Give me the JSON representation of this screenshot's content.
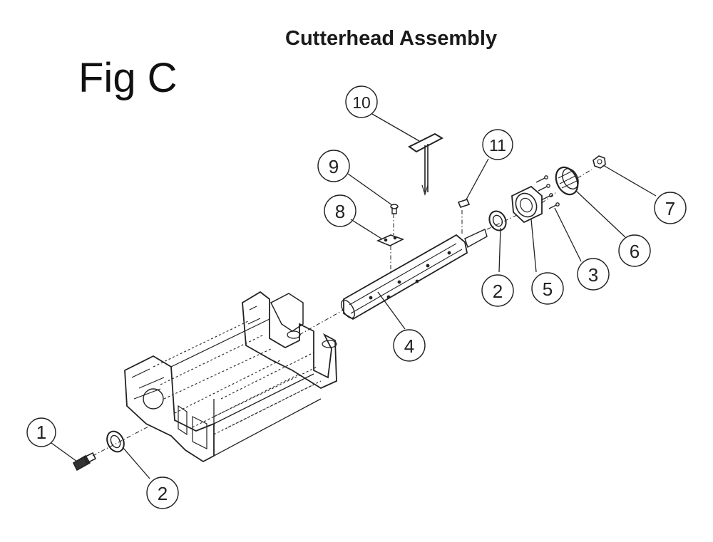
{
  "diagram": {
    "title": "Cutterhead Assembly",
    "figure_label": "Fig C"
  },
  "callouts": [
    {
      "label": "1"
    },
    {
      "label": "2"
    },
    {
      "label": "2"
    },
    {
      "label": "3"
    },
    {
      "label": "4"
    },
    {
      "label": "5"
    },
    {
      "label": "6"
    },
    {
      "label": "7"
    },
    {
      "label": "8"
    },
    {
      "label": "9"
    },
    {
      "label": "10"
    },
    {
      "label": "11"
    }
  ]
}
